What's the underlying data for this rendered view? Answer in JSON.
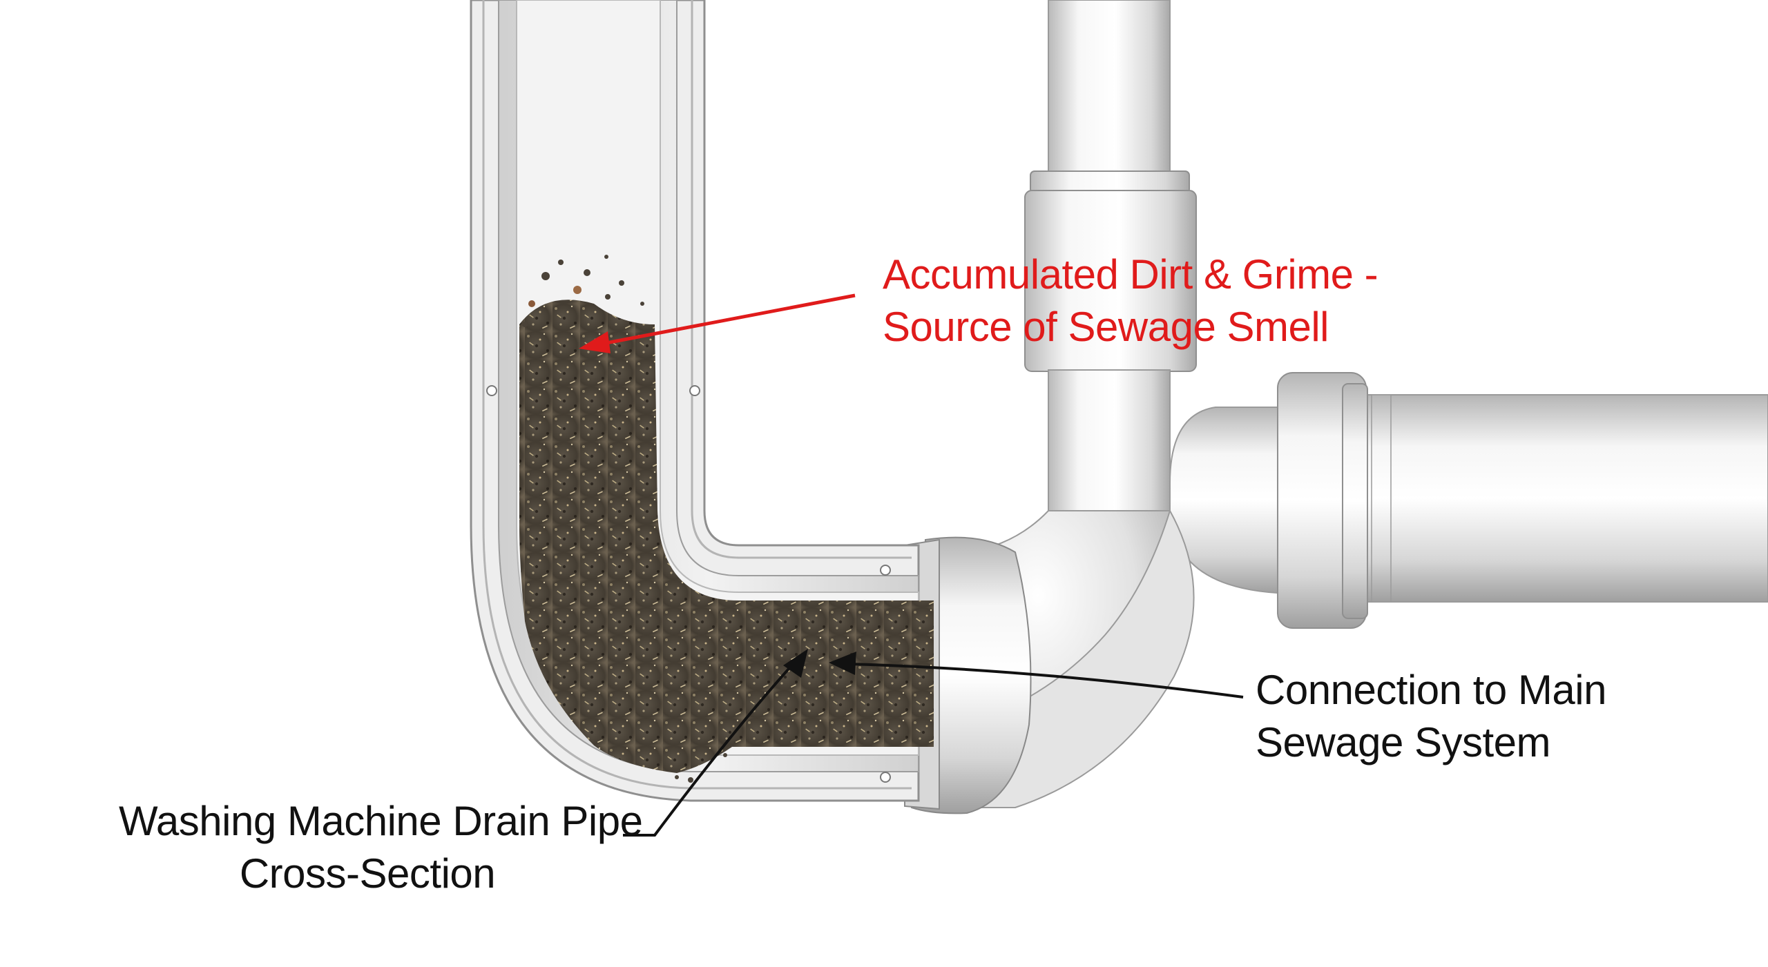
{
  "labels": {
    "grime": {
      "line1": "Accumulated Dirt & Grime -",
      "line2": "Source of Sewage Smell",
      "color": "#e01b1b"
    },
    "connection": {
      "line1": "Connection to Main",
      "line2": "Sewage System",
      "color": "#111111"
    },
    "drain": {
      "line1": "Washing Machine Drain Pipe",
      "line2": "Cross-Section",
      "color": "#111111"
    }
  },
  "colors": {
    "pipe_light": "#f4f4f4",
    "pipe_mid": "#d9d9d9",
    "pipe_dark": "#a9a9a9",
    "debris": "#4a4238"
  }
}
